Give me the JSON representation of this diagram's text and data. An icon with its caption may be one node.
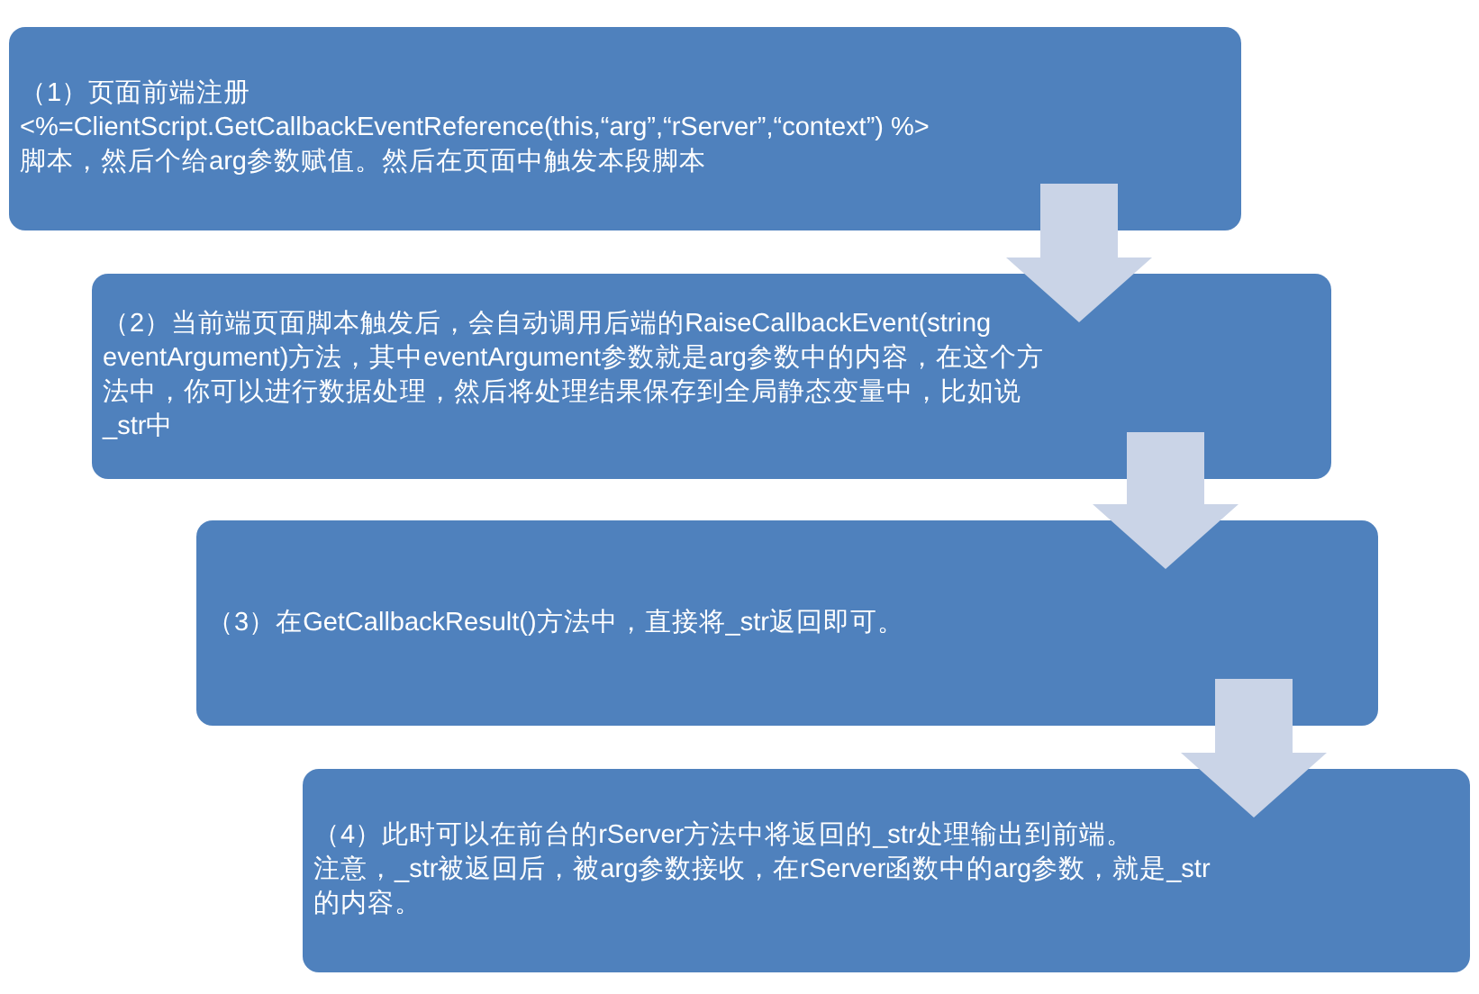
{
  "diagram": {
    "nodes": [
      {
        "text": [
          "（1）页面前端注册",
          "<%=ClientScript.GetCallbackEventReference(this,“arg”,“rServer”,“context”) %>",
          "脚本，然后个给arg参数赋值。然后在页面中触发本段脚本"
        ]
      },
      {
        "text": [
          "（2）当前端页面脚本触发后，会自动调用后端的RaiseCallbackEvent(string eventArgument)方法，其中eventArgument参数就是arg参数中的内容，在这个方法中，你可以进行数据处理，然后将处理结果保存到全局静态变量中，比如说_str中"
        ]
      },
      {
        "text": [
          "（3）在GetCallbackResult()方法中，直接将_str返回即可。"
        ]
      },
      {
        "text": [
          "（4）此时可以在前台的rServer方法中将返回的_str处理输出到前端。",
          "注意，_str被返回后，被arg参数接收，在rServer函数中的arg参数，就是_str的内容。"
        ]
      }
    ],
    "edges": [
      {
        "from": 0,
        "to": 1,
        "arrow": "to"
      },
      {
        "from": 1,
        "to": 2,
        "arrow": "to"
      },
      {
        "from": 2,
        "to": 3,
        "arrow": "to"
      }
    ]
  }
}
